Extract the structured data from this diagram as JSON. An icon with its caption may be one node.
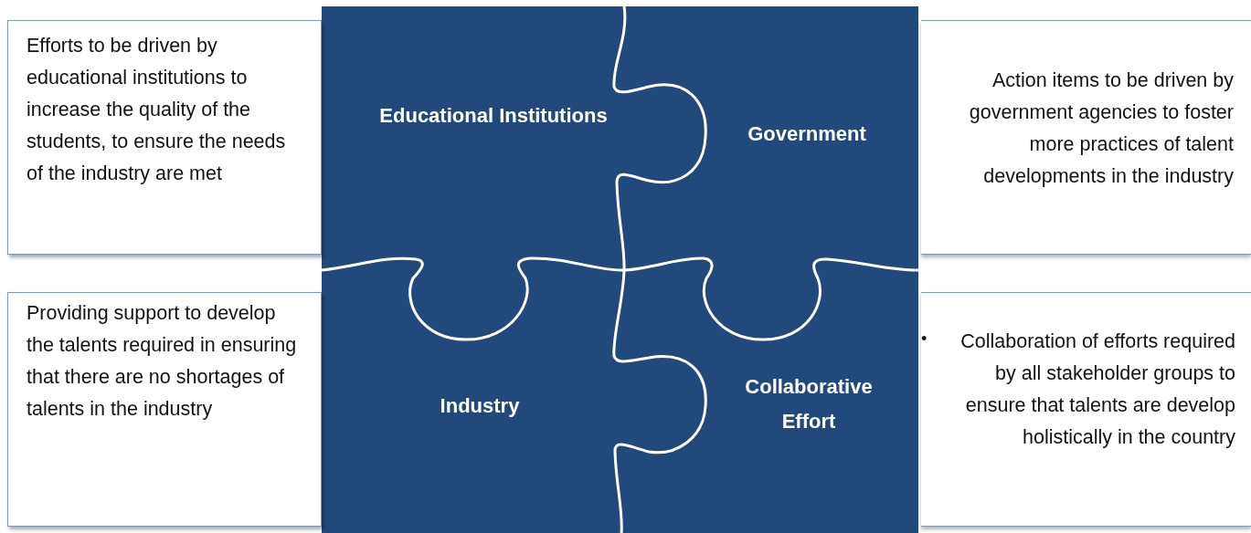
{
  "diagram": {
    "nodes": [
      {
        "text": [
          "Efforts to be driven by educational institutions to increase the quality of the students, to ensure the needs of the industry are met"
        ]
      },
      {
        "text": [
          "Educational Institutions"
        ]
      },
      {
        "text": [
          "Government"
        ]
      },
      {
        "text": [
          "Action items to be driven by government agencies to foster more practices of talent developments in the industry"
        ]
      },
      {
        "text": [
          "Providing support to develop the talents required in ensuring that there are no shortages of talents in the industry"
        ]
      },
      {
        "text": [
          "Industry"
        ]
      },
      {
        "text": [
          "Collaborative Effort"
        ]
      },
      {
        "text": [
          "•",
          "Collaboration of efforts required by all stakeholder groups to ensure that talents are develop holistically in the country"
        ]
      }
    ]
  }
}
